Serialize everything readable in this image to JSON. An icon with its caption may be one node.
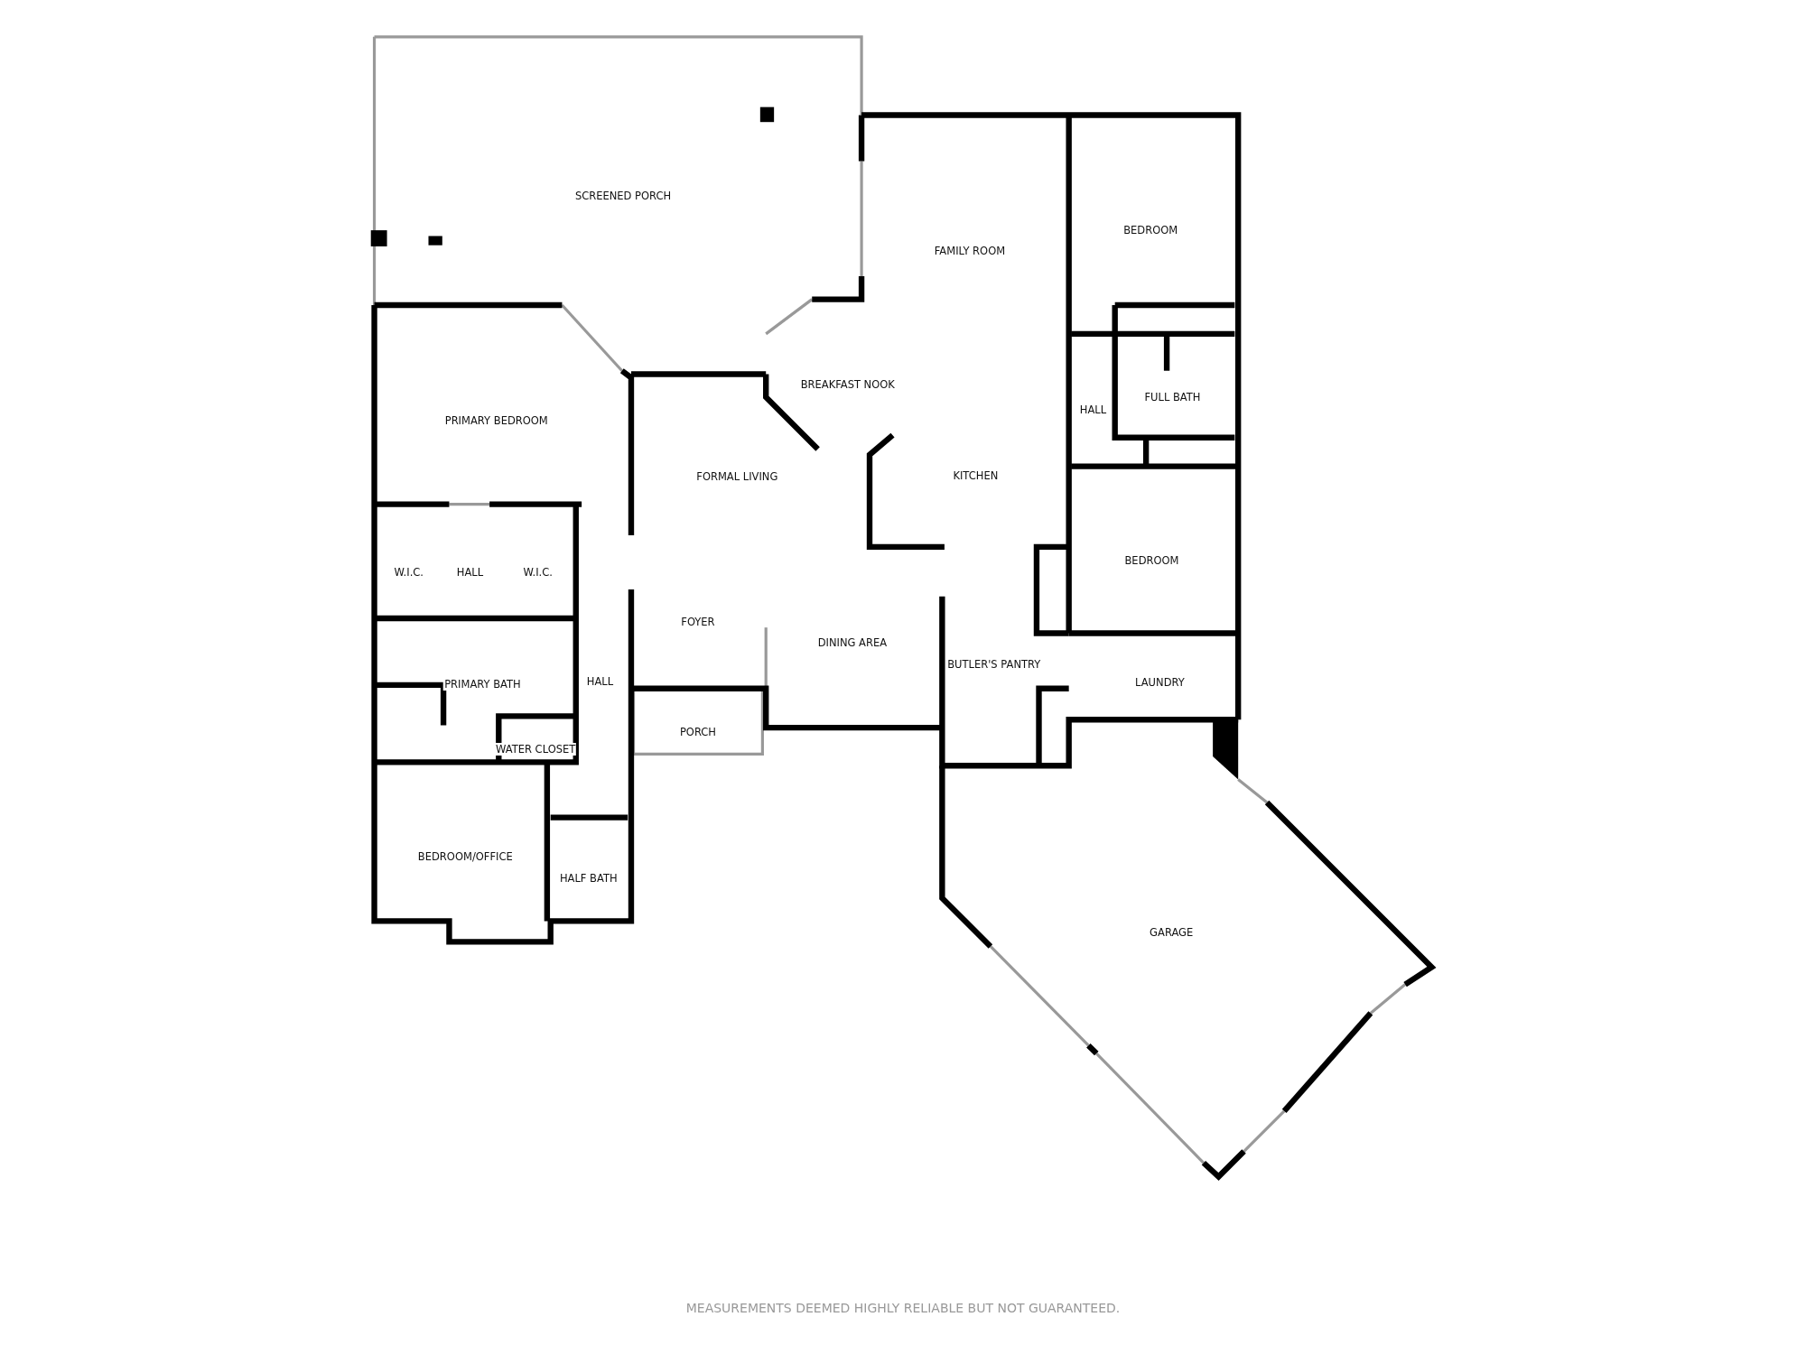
{
  "diagram": {
    "labels": [
      "SCREENED PORCH",
      "FAMILY ROOM",
      "BEDROOM",
      "BREAKFAST NOOK",
      "PRIMARY BEDROOM",
      "HALL",
      "FULL BATH",
      "FORMAL LIVING",
      "KITCHEN",
      "W.I.C.",
      "HALL",
      "W.I.C.",
      "BEDROOM",
      "FOYER",
      "DINING AREA",
      "BUTLER'S PANTRY",
      "PRIMARY BATH",
      "HALL",
      "LAUNDRY",
      "PORCH",
      "WATER CLOSET",
      "BEDROOM/OFFICE",
      "HALF BATH",
      "GARAGE",
      "MEASUREMENTS DEEMED HIGHLY RELIABLE BUT NOT GUARANTEED."
    ]
  }
}
